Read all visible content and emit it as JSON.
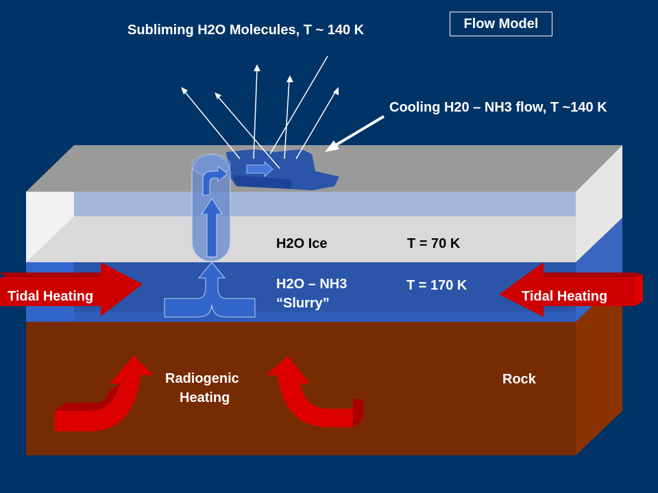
{
  "slide": {
    "title": "Flow Model",
    "background_color": "#003366"
  },
  "labels": {
    "subliming": "Subliming H2O Molecules, T ~ 140 K",
    "cooling": "Cooling H20 – NH3 flow, T ~140 K",
    "ice_layer": "H2O Ice",
    "ice_temp": "T = 70 K",
    "slurry_line1": "H2O – NH3",
    "slurry_line2": "“Slurry”",
    "slurry_temp": "T = 170 K",
    "tidal_left": "Tidal Heating",
    "tidal_right": "Tidal Heating",
    "radiogenic_line1": "Radiogenic",
    "radiogenic_line2": "Heating",
    "rock": "Rock"
  },
  "colors": {
    "ice_top": "#9a9a9a",
    "ice_front": "#d9d9d9",
    "ice_band": "#a3b8d8",
    "ice_side": "#e6e6e6",
    "ice_left_face": "#f2f2f2",
    "slurry": "#2a55a8",
    "slurry_light": "#3366cc",
    "rock": "#772b03",
    "rock_side": "#8b3300",
    "heat_arrow": "#cc0000",
    "heat_arrow_dark": "#a80000",
    "plume": "#6688cc"
  }
}
